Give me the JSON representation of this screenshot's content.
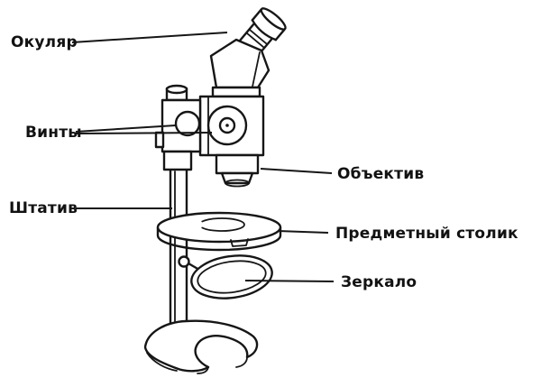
{
  "diagram": {
    "type": "labeled-illustration",
    "subject": "stereo microscope",
    "colors": {
      "line": "#161616",
      "background": "#ffffff",
      "text": "#121212"
    },
    "labels": {
      "eyepiece": "Окуляр",
      "screws": "Винты",
      "stand": "Штатив",
      "objective": "Объектив",
      "stage": "Предметный столик",
      "mirror": "Зеркало"
    }
  }
}
